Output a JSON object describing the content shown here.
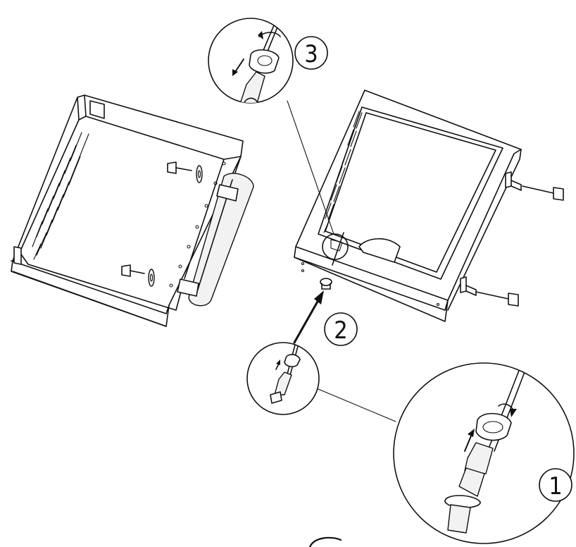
{
  "steps": [
    {
      "label": "1"
    },
    {
      "label": "2"
    },
    {
      "label": "3"
    }
  ],
  "colors": {
    "line": "#111111",
    "background": "#ffffff"
  }
}
